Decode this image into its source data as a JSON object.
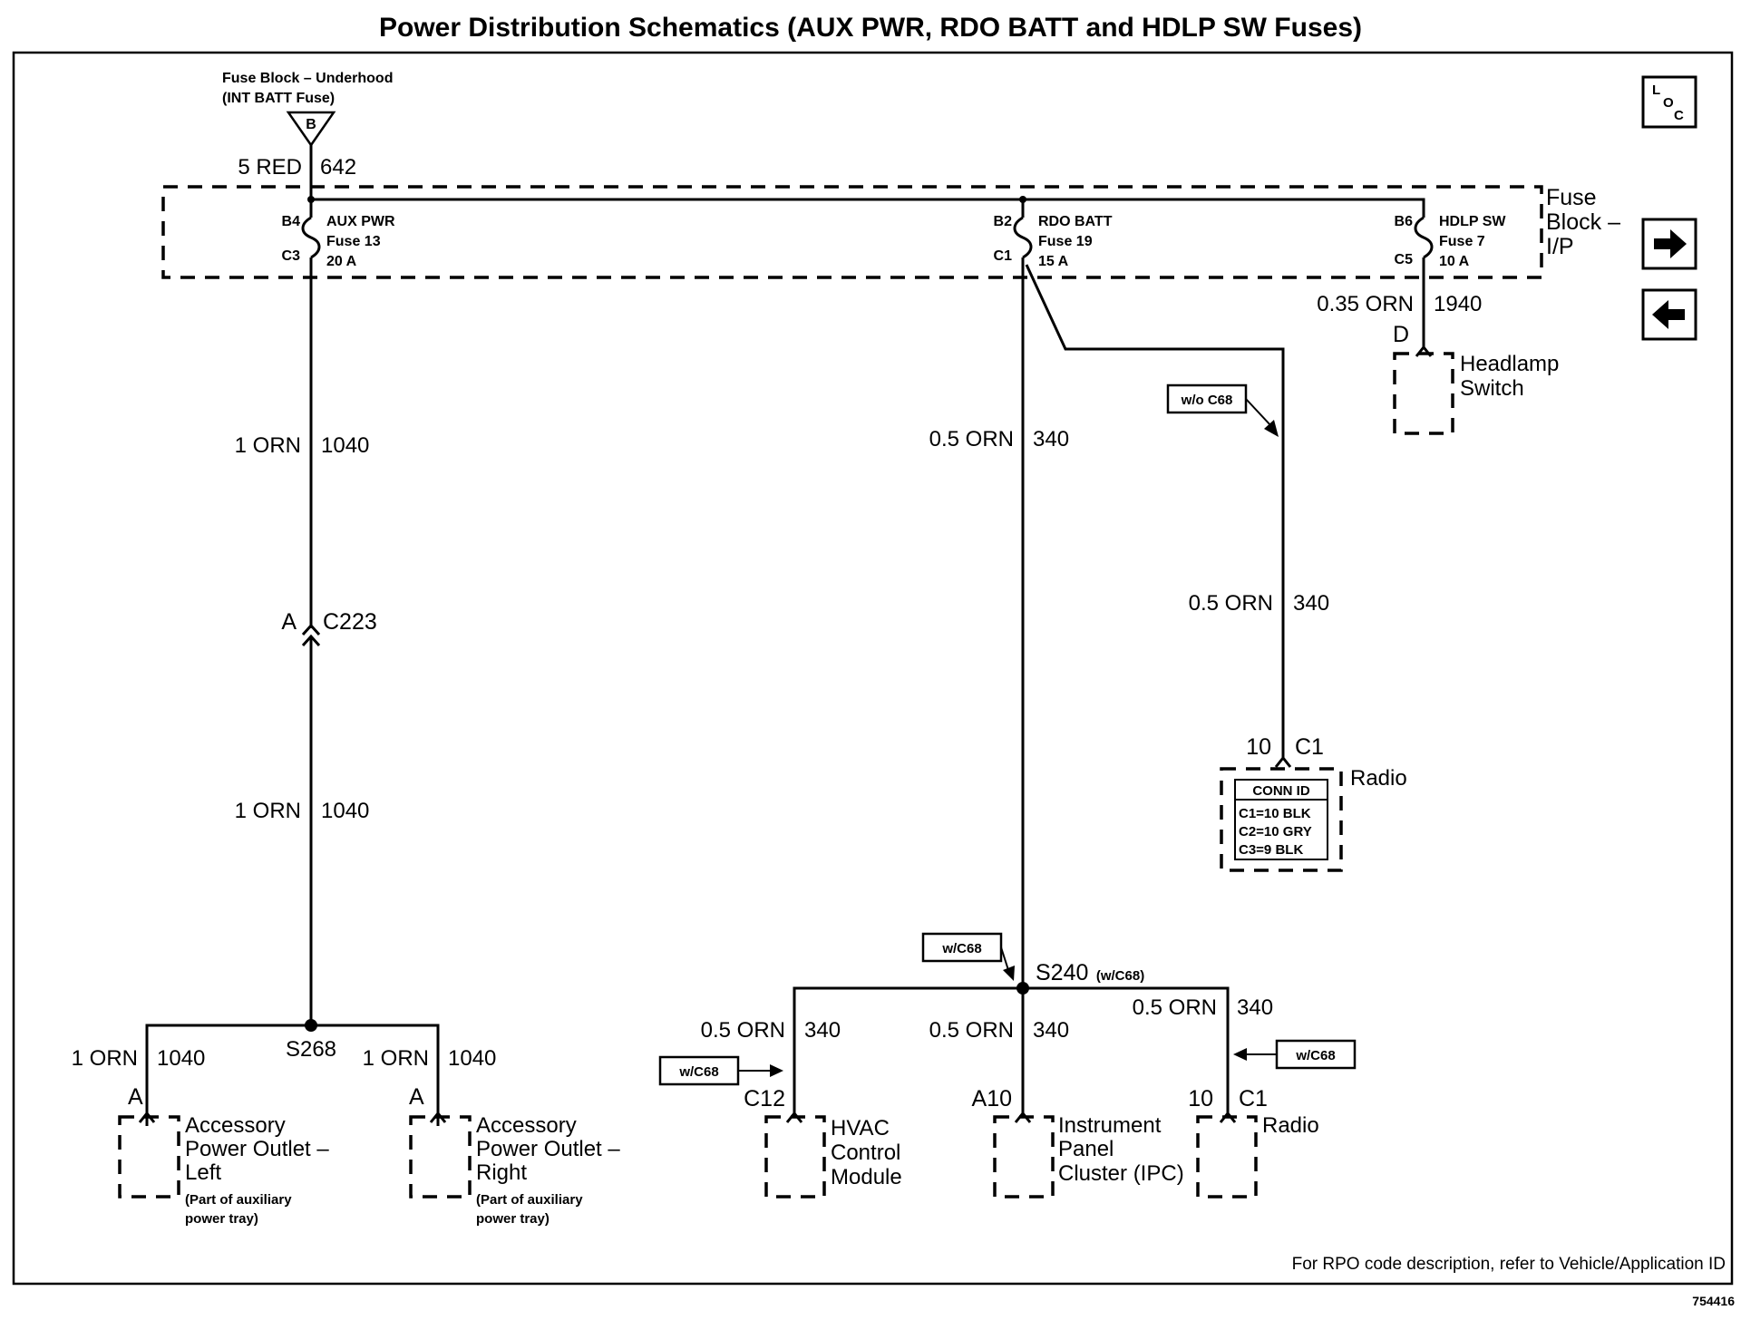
{
  "title": "Power Distribution Schematics (AUX PWR, RDO BATT and HDLP SW Fuses)",
  "source": {
    "line1": "Fuse Block – Underhood",
    "line2": "(INT BATT Fuse)",
    "terminal": "B"
  },
  "feed_wire": {
    "size": "5 RED",
    "circuit": "642"
  },
  "fuse_block": {
    "line1": "Fuse",
    "line2": "Block –",
    "line3": "I/P"
  },
  "fuses": [
    {
      "in": "B4",
      "out": "C3",
      "name": "AUX PWR",
      "fuse": "Fuse 13",
      "amp": "20 A"
    },
    {
      "in": "B2",
      "out": "C1",
      "name": "RDO BATT",
      "fuse": "Fuse 19",
      "amp": "15 A"
    },
    {
      "in": "B6",
      "out": "C5",
      "name": "HDLP SW",
      "fuse": "Fuse 7",
      "amp": "10 A"
    }
  ],
  "wires": {
    "aux_upper": {
      "size": "1 ORN",
      "circuit": "1040"
    },
    "aux_lower": {
      "size": "1 ORN",
      "circuit": "1040"
    },
    "rdo_main": {
      "size": "0.5 ORN",
      "circuit": "340"
    },
    "rdo_branch": {
      "size": "0.5 ORN",
      "circuit": "340"
    },
    "hdlp": {
      "size": "0.35 ORN",
      "circuit": "1940"
    },
    "outlet_left": {
      "size": "1 ORN",
      "circuit": "1040"
    },
    "outlet_right": {
      "size": "1 ORN",
      "circuit": "1040"
    },
    "hvac": {
      "size": "0.5 ORN",
      "circuit": "340"
    },
    "ipc": {
      "size": "0.5 ORN",
      "circuit": "340"
    },
    "radio2": {
      "size": "0.5 ORN",
      "circuit": "340"
    }
  },
  "connector_c223": {
    "pin": "A",
    "name": "C223"
  },
  "splices": {
    "s268": "S268",
    "s240": "S240",
    "s240_note": "(w/C68)"
  },
  "options": {
    "wo": "w/o C68",
    "w1": "w/C68",
    "w2": "w/C68",
    "w3": "w/C68"
  },
  "headlamp_switch": {
    "pin": "D",
    "line1": "Headlamp",
    "line2": "Switch"
  },
  "radio_top": {
    "pin": "10",
    "conn": "C1",
    "name": "Radio",
    "conn_id_title": "CONN ID",
    "conn_ids": [
      "C1=10 BLK",
      "C2=10 GRY",
      "C3=9 BLK"
    ]
  },
  "outlet_left": {
    "pin": "A",
    "line1": "Accessory",
    "line2": "Power Outlet –",
    "line3": "Left",
    "note1": "(Part of auxiliary",
    "note2": "power tray)"
  },
  "outlet_right": {
    "pin": "A",
    "line1": "Accessory",
    "line2": "Power Outlet –",
    "line3": "Right",
    "note1": "(Part of auxiliary",
    "note2": "power tray)"
  },
  "hvac": {
    "pin": "C12",
    "line1": "HVAC",
    "line2": "Control",
    "line3": "Module"
  },
  "ipc": {
    "pin": "A10",
    "line1": "Instrument",
    "line2": "Panel",
    "line3": "Cluster (IPC)"
  },
  "radio_bottom": {
    "pin": "10",
    "conn": "C1",
    "name": "Radio"
  },
  "nav": {
    "loc1": "L",
    "loc2": "O",
    "loc3": "C",
    "next_icon": "arrow-right-icon",
    "prev_icon": "arrow-left-icon"
  },
  "footer": "For RPO code description, refer to Vehicle/Application ID",
  "figure_number": "754416"
}
